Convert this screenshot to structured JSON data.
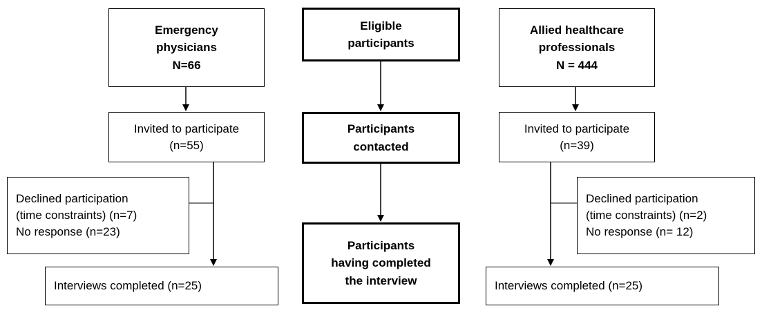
{
  "left_column": {
    "population": {
      "lines": [
        "Emergency",
        "physicians",
        "N=66"
      ]
    },
    "invited": {
      "lines": [
        "Invited to participate",
        "(n=55)"
      ]
    },
    "excluded": {
      "lines": [
        "Declined participation",
        "(time constraints) (n=7)",
        "No response (n=23)"
      ]
    },
    "completed": {
      "lines": [
        "Interviews completed (n=25)"
      ]
    }
  },
  "center_column": {
    "eligible": {
      "lines": [
        "Eligible",
        "participants"
      ]
    },
    "contacted": {
      "lines": [
        "Participants",
        "contacted"
      ]
    },
    "completed": {
      "lines": [
        "Participants",
        "having completed",
        "the interview"
      ]
    }
  },
  "right_column": {
    "population": {
      "lines": [
        "Allied healthcare",
        "professionals",
        "N = 444"
      ]
    },
    "invited": {
      "lines": [
        "Invited to participate",
        "(n=39)"
      ]
    },
    "excluded": {
      "lines": [
        "Declined participation",
        "(time constraints) (n=2)",
        "No response (n= 12)"
      ]
    },
    "completed": {
      "lines": [
        "Interviews completed (n=25)"
      ]
    }
  }
}
